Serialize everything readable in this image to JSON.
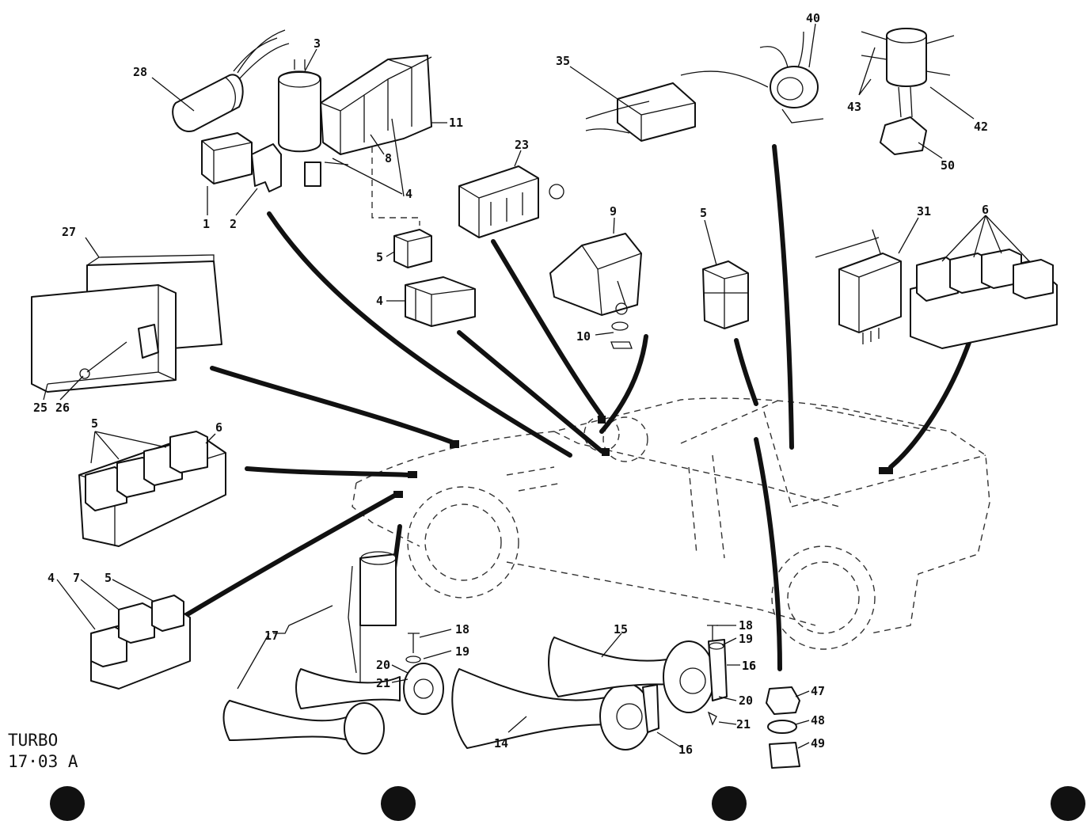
{
  "model_label": "TURBO",
  "figure_code": "17·03 A",
  "part_numbers": [
    "28",
    "3",
    "11",
    "8",
    "4",
    "1",
    "2",
    "5",
    "4",
    "27",
    "25",
    "26",
    "6",
    "5",
    "4",
    "7",
    "5",
    "23",
    "9",
    "10",
    "35",
    "40",
    "43",
    "42",
    "50",
    "5",
    "31",
    "6",
    "17",
    "18",
    "19",
    "20",
    "21",
    "15",
    "16",
    "14",
    "16",
    "18",
    "19",
    "16",
    "20",
    "21",
    "47",
    "48",
    "49"
  ]
}
